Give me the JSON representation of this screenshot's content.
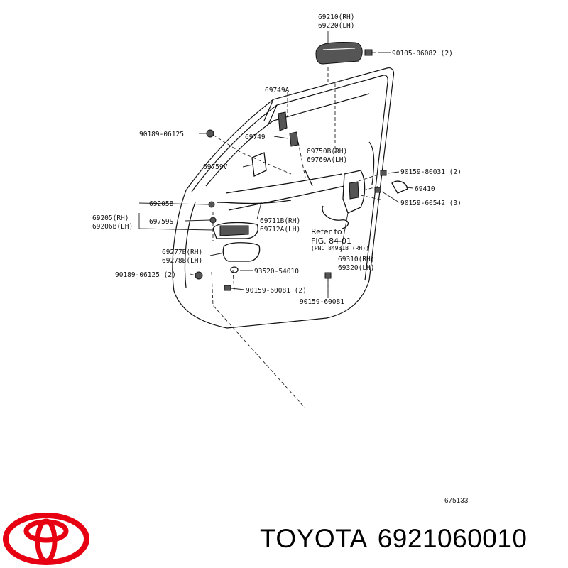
{
  "diagram": {
    "parts": {
      "handle_outer_rh": "69210(RH)",
      "handle_outer_lh": "69220(LH)",
      "screw_top": "90105-06082 (2)",
      "lock_rod_a": "69749A",
      "clip_1": "90189-06125",
      "rod_69749": "69749",
      "rod_rh_b": "69750B(RH)",
      "rod_lh_a": "69760A(LH)",
      "protector": "69759V",
      "screw_right_a": "90159-80031 (2)",
      "striker": "69410",
      "screw_right_b": "90159-60542 (3)",
      "cable_b": "69205B",
      "cable_rh": "69205(RH)",
      "cable_lh": "69206B(LH)",
      "clip_s": "69759S",
      "rod_rh": "69711B(RH)",
      "rod_lh": "69712A(LH)",
      "refer_1": "Refer to",
      "refer_2": "FIG. 84-01",
      "refer_3": "(PNC 84931B (RH))",
      "bezel_rh": "69277B(RH)",
      "bezel_lh": "69278B(LH)",
      "lock_rh": "69310(RH)",
      "lock_lh": "69320(LH)",
      "clip_2": "90189-06125 (2)",
      "plug": "93520-54010",
      "screw_bottom_a": "90159-60081 (2)",
      "screw_bottom_b": "90159-60081"
    },
    "catalog_id": "675133"
  },
  "footer": {
    "brand": "TOYOTA",
    "part_number": "6921060010"
  },
  "colors": {
    "logo_red": "#e60012",
    "ink": "#111111",
    "background": "#ffffff"
  },
  "icons": {
    "logo": "toyota-logo-icon"
  }
}
